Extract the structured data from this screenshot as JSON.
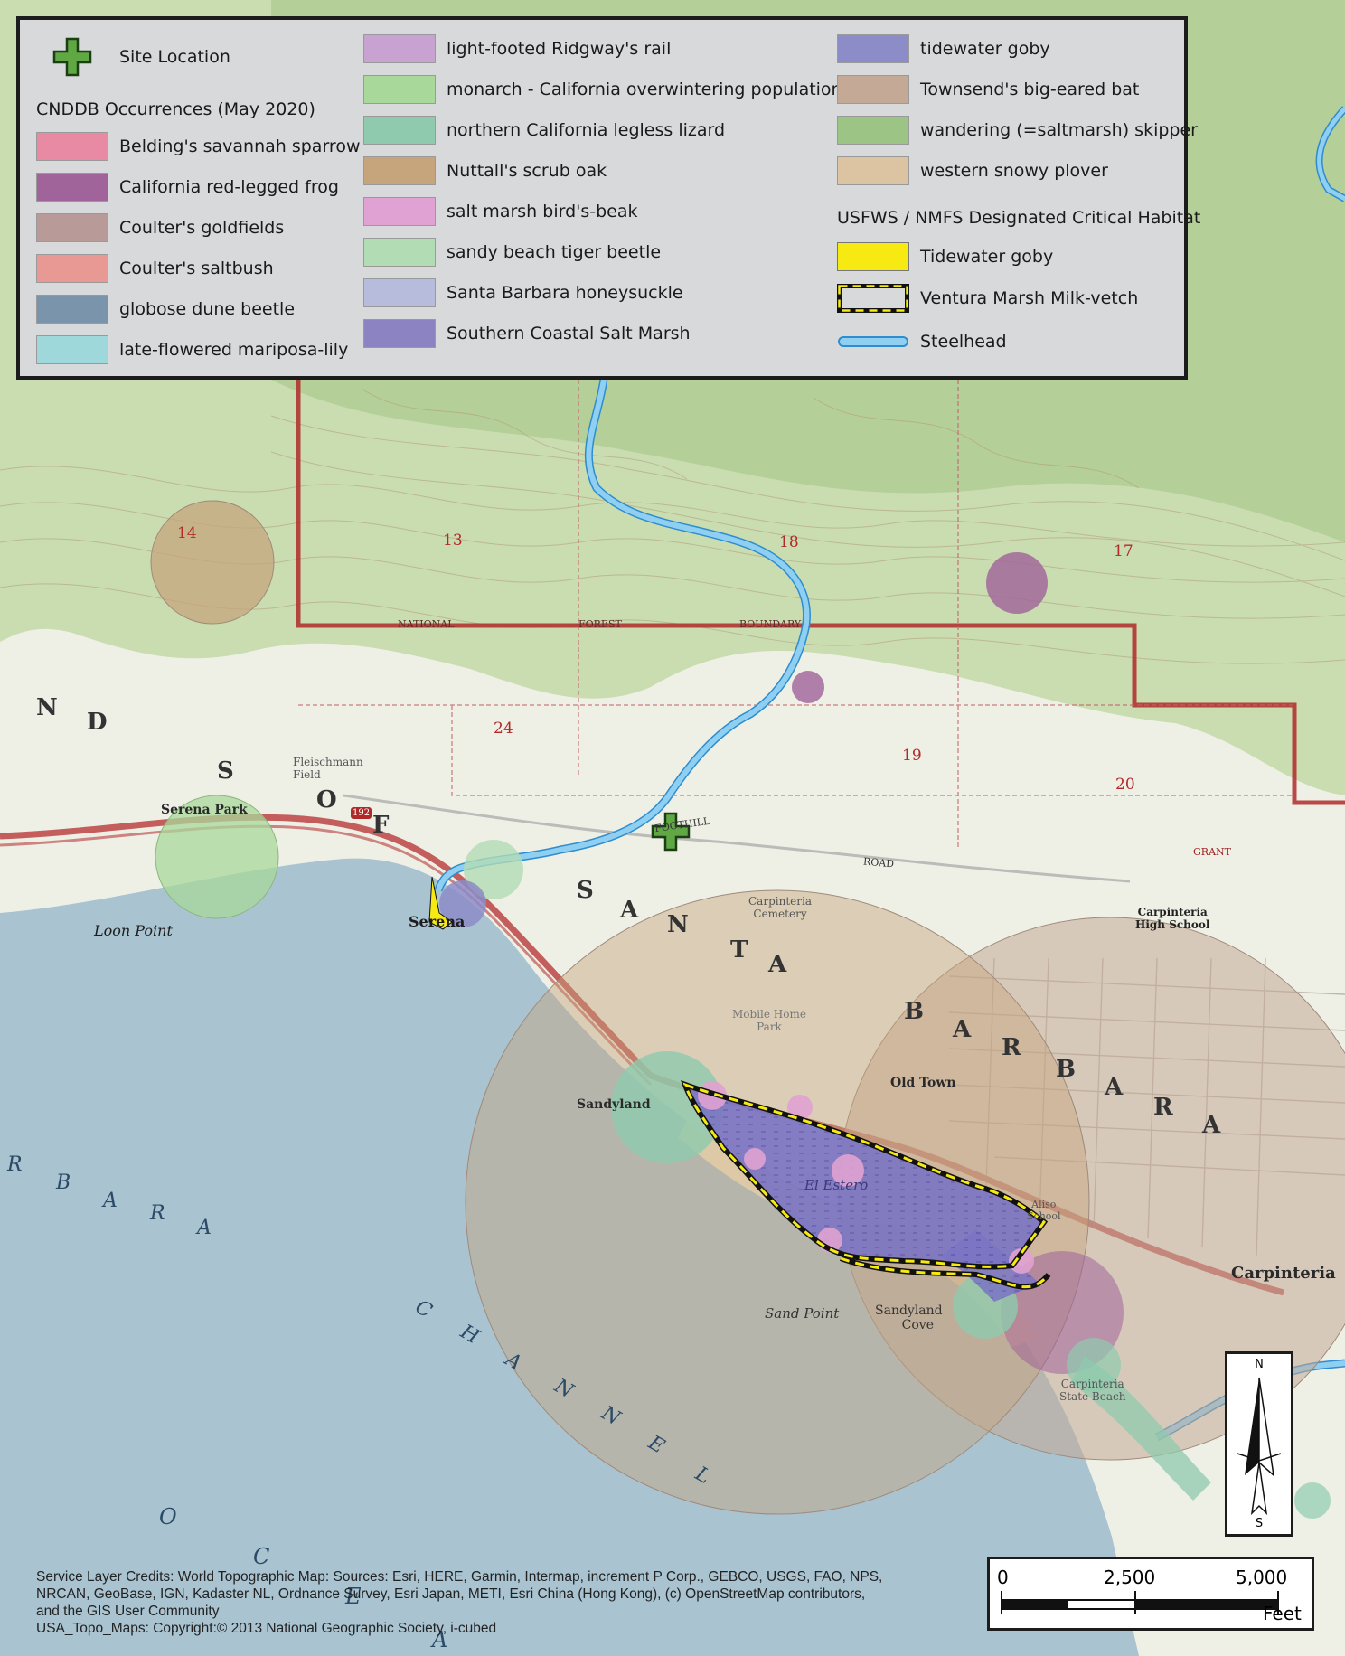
{
  "legend": {
    "site_location": "Site Location",
    "cnddb_heading": "CNDDB Occurrences (May 2020)",
    "critical_heading": "USFWS / NMFS Designated Critical Habitat",
    "cnddb_items": [
      {
        "label": "Belding's savannah sparrow",
        "color": "#e88aa4"
      },
      {
        "label": "California red-legged frog",
        "color": "#a0639a"
      },
      {
        "label": "Coulter's goldfields",
        "color": "#b89a98"
      },
      {
        "label": "Coulter's saltbush",
        "color": "#e99994"
      },
      {
        "label": "globose dune beetle",
        "color": "#7a94ac"
      },
      {
        "label": "late-flowered mariposa-lily",
        "color": "#9ed8da"
      },
      {
        "label": "light-footed Ridgway's rail",
        "color": "#c8a2d0"
      },
      {
        "label": "monarch - California overwintering population",
        "color": "#a8d89a"
      },
      {
        "label": "northern California legless lizard",
        "color": "#8fcaae"
      },
      {
        "label": "Nuttall's scrub oak",
        "color": "#c6a47c"
      },
      {
        "label": "salt marsh bird's-beak",
        "color": "#e0a2d2"
      },
      {
        "label": "sandy beach tiger beetle",
        "color": "#b2dcb4"
      },
      {
        "label": "Santa Barbara honeysuckle",
        "color": "#b8bcdc"
      },
      {
        "label": "Southern Coastal Salt Marsh",
        "color": "#8c84c2"
      },
      {
        "label": "tidewater goby",
        "color": "#8c8cc8"
      },
      {
        "label": "Townsend's big-eared bat",
        "color": "#c4aa96"
      },
      {
        "label": "wandering (=saltmarsh) skipper",
        "color": "#9cc484"
      },
      {
        "label": "western snowy plover",
        "color": "#dcc4a2"
      }
    ],
    "critical_items": [
      {
        "label": "Tidewater goby",
        "color": "#f7ea12"
      },
      {
        "label": "Ventura Marsh Milk-vetch",
        "color": "#f7ea12"
      },
      {
        "label": "Steelhead",
        "color": "#8fd0f2"
      }
    ]
  },
  "map_labels": {
    "loon_point": "Loon Point",
    "serena": "Serena",
    "serena_park": "Serena Park",
    "sandyland": "Sandyland",
    "sand_point": "Sand Point",
    "sandyland_cove_1": "Sandyland",
    "sandyland_cove_2": "Cove",
    "carpinteria": "Carpinteria",
    "carpinteria_state_beach_1": "Carpinteria",
    "carpinteria_state_beach_2": "State Beach",
    "old_town": "Old Town",
    "carpinteria_cemetery_1": "Carpinteria",
    "carpinteria_cemetery_2": "Cemetery",
    "carpinteria_high_school_1": "Carpinteria",
    "carpinteria_high_school_2": "High School",
    "fleischmann_field_1": "Fleischmann",
    "fleischmann_field_2": "Field",
    "el_estero": "El Estero",
    "mobile_home_park_1": "Mobile Home",
    "mobile_home_park_2": "Park",
    "foothill": "FOOTHILL",
    "road": "ROAD",
    "grant": "GRANT",
    "national_forest_boundary_1": "NATIONAL",
    "national_forest_boundary_2": "FOREST",
    "national_forest_boundary_3": "BOUNDARY",
    "section_13": "13",
    "section_14": "14",
    "section_17": "17",
    "section_18": "18",
    "section_19": "19",
    "section_20": "20",
    "section_24": "24",
    "route_192": "192",
    "santa_barbara_channel": [
      "R",
      "B",
      "A",
      "R",
      "A",
      "C",
      "H",
      "A",
      "N",
      "N",
      "E",
      "L"
    ],
    "pacific_ocean": [
      "O",
      "C",
      "E",
      "A"
    ],
    "sob_letters": [
      "N",
      "D",
      "S",
      "O",
      "F",
      "S",
      "A",
      "N",
      "T",
      "A",
      "B",
      "A",
      "R",
      "B",
      "A",
      "R",
      "A"
    ],
    "alt_school_1": "Aliso",
    "alt_school_2": "School"
  },
  "north_arrow": {
    "n": "N",
    "s": "S"
  },
  "scale_bar": {
    "tick_0": "0",
    "tick_1": "2,500",
    "tick_2": "5,000",
    "unit": "Feet"
  },
  "credits": {
    "line1": "Service Layer Credits: World Topographic Map: Sources: Esri, HERE, Garmin, Intermap, increment P Corp., GEBCO, USGS, FAO, NPS,",
    "line2": "NRCAN, GeoBase, IGN, Kadaster NL, Ordnance Survey, Esri Japan, METI, Esri China (Hong Kong), (c) OpenStreetMap contributors,",
    "line3": "and the GIS User Community",
    "line4": "USA_Topo_Maps: Copyright:© 2013 National Geographic Society, i-cubed"
  }
}
